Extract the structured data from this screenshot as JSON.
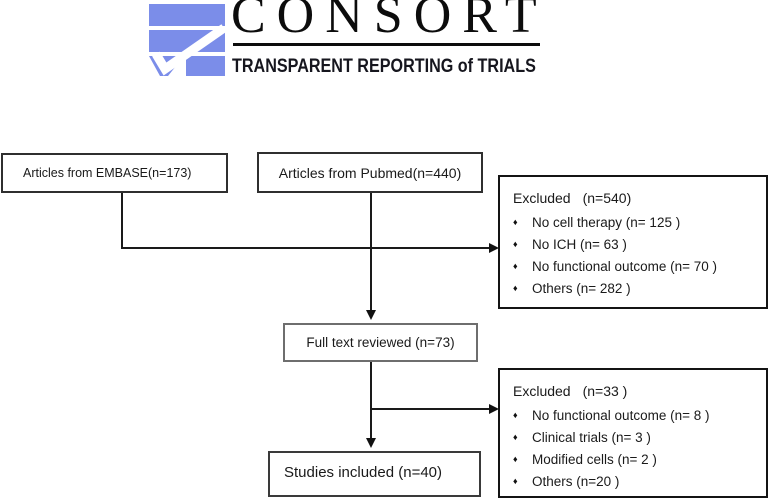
{
  "logo": {
    "wordmark": "CONSORT",
    "tagline": "TRANSPARENT REPORTING of TRIALS",
    "brand_blue": "#7b8de9"
  },
  "diagram": {
    "bullet_icon": "♦",
    "boxes": {
      "embase": {
        "label": "Articles from EMBASE(n=173)"
      },
      "pubmed": {
        "label": "Articles from Pubmed(n=440)"
      },
      "excluded_initial": {
        "title": "Excluded",
        "count": "(n=540)",
        "items": [
          "No cell therapy (n= 125 )",
          "No ICH (n= 63 )",
          "No functional outcome (n= 70 )",
          "Others (n= 282 )"
        ]
      },
      "full_text": {
        "label": "Full text reviewed (n=73)"
      },
      "excluded_fulltext": {
        "title": "Excluded",
        "count": "(n=33 )",
        "items": [
          "No functional outcome (n= 8 )",
          "Clinical trials (n= 3 )",
          "Modified cells (n= 2 )",
          "Others (n=20 )"
        ]
      },
      "included": {
        "label": "Studies included (n=40)"
      }
    }
  }
}
